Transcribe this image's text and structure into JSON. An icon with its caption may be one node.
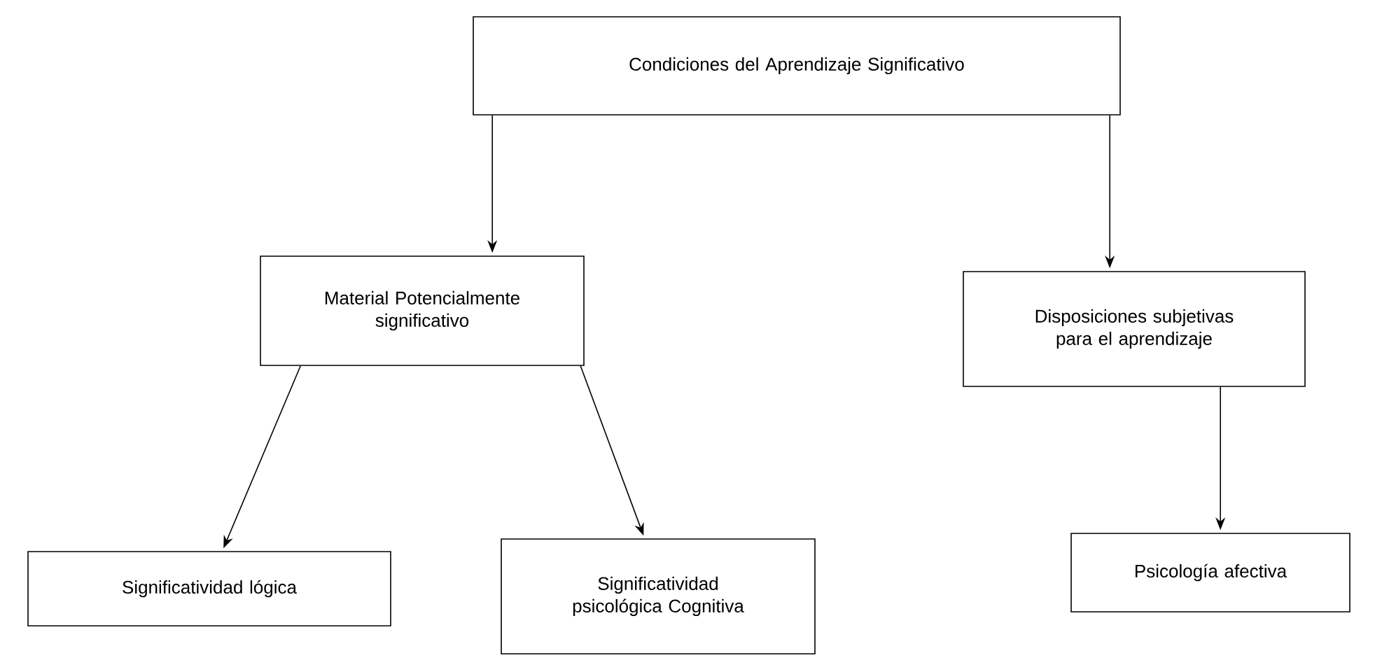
{
  "diagram": {
    "nodes": [
      {
        "text": [
          "Condiciones del Aprendizaje Significativo"
        ]
      },
      {
        "text": [
          "Material Potencialmente significativo"
        ]
      },
      {
        "text": [
          "Disposiciones subjetivas para el aprendizaje"
        ]
      },
      {
        "text": [
          "Significatividad lógica"
        ]
      },
      {
        "text": [
          "Significatividad psicológica Cognitiva"
        ]
      },
      {
        "text": [
          "Psicología afectiva"
        ]
      }
    ],
    "edges": [
      {
        "from": 0,
        "to": 1,
        "arrow": "to"
      },
      {
        "from": 0,
        "to": 2,
        "arrow": "to"
      },
      {
        "from": 1,
        "to": 3,
        "arrow": "to"
      },
      {
        "from": 1,
        "to": 4,
        "arrow": "to"
      },
      {
        "from": 2,
        "to": 5,
        "arrow": "to"
      }
    ]
  }
}
